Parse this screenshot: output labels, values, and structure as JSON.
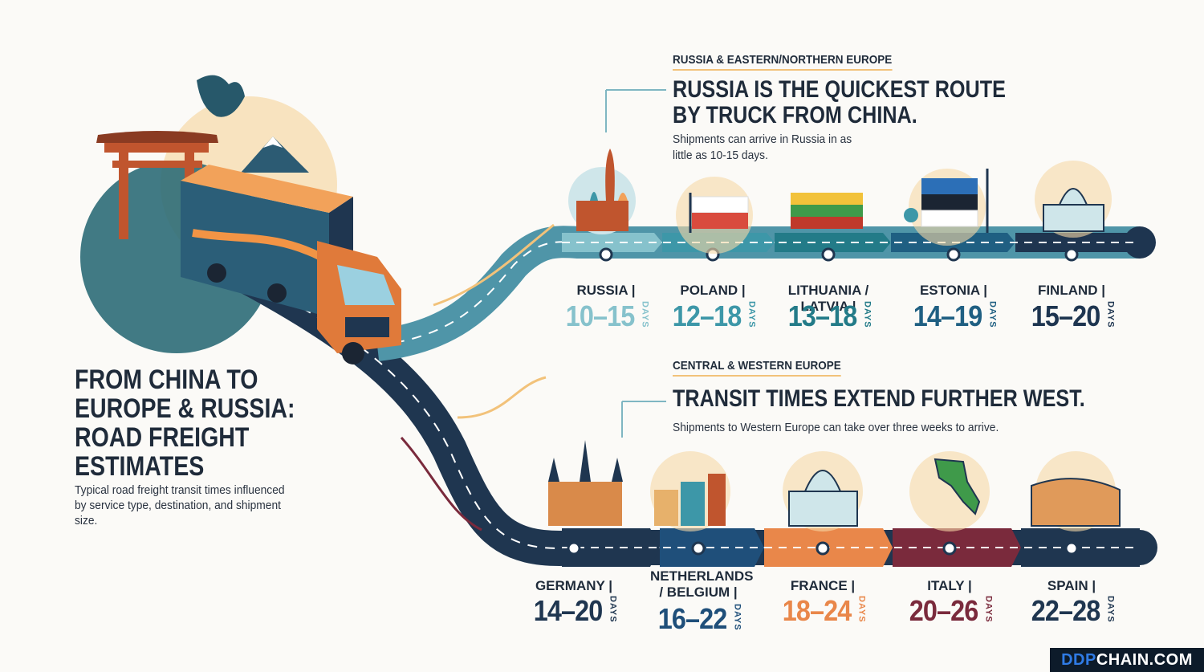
{
  "main": {
    "title": "FROM CHINA TO EUROPE & RUSSIA: ROAD FREIGHT ESTIMATES",
    "subtitle": "Typical road freight transit times influenced by service type, destination, and shipment size."
  },
  "sections": [
    {
      "tag": "RUSSIA & EASTERN/NORTHERN EUROPE",
      "heading_line1": "RUSSIA IS THE QUICKEST ROUTE",
      "heading_line2": "BY TRUCK FROM CHINA.",
      "body": "Shipments can arrive in Russia in as little as 10-15 days."
    },
    {
      "tag": "CENTRAL & WESTERN EUROPE",
      "heading_line1": "TRANSIT TIMES EXTEND FURTHER WEST.",
      "body": "Shipments to Western Europe can take over three weeks to arrive."
    }
  ],
  "routes": {
    "top": [
      {
        "country": "RUSSIA |",
        "days": "10–15",
        "unit": "DAYS",
        "color": "#86c2cc",
        "icon": "kremlin-icon"
      },
      {
        "country": "POLAND |",
        "days": "12–18",
        "unit": "DAYS",
        "color": "#3d97a8",
        "icon": "poland-flag-icon"
      },
      {
        "country": "LITHUANIA / LATVIA |",
        "days": "13–18",
        "unit": "DAYS",
        "color": "#237b88",
        "icon": "lithuania-flag-icon"
      },
      {
        "country": "ESTONIA |",
        "days": "14–19",
        "unit": "DAYS",
        "color": "#1f5f82",
        "icon": "estonia-flag-icon"
      },
      {
        "country": "FINLAND |",
        "days": "15–20",
        "unit": "DAYS",
        "color": "#1e3550",
        "icon": "helsinki-cathedral-icon"
      }
    ],
    "bottom": [
      {
        "country": "GERMANY |",
        "days": "14–20",
        "unit": "DAYS",
        "color": "#1f3650",
        "icon": "cologne-townhall-icon"
      },
      {
        "country": "NETHERLANDS / BELGIUM |",
        "days": "16–22",
        "unit": "DAYS",
        "color": "#1f4f7a",
        "icon": "canal-houses-icon"
      },
      {
        "country": "FRANCE |",
        "days": "18–24",
        "unit": "DAYS",
        "color": "#e9874a",
        "icon": "pantheon-icon"
      },
      {
        "country": "ITALY |",
        "days": "20–26",
        "unit": "DAYS",
        "color": "#7a2a3c",
        "icon": "italy-map-icon"
      },
      {
        "country": "SPAIN |",
        "days": "22–28",
        "unit": "DAYS",
        "color": "#1f3650",
        "icon": "colosseum-icon"
      }
    ]
  },
  "brand": {
    "prefix": "DDP",
    "suffix": "CHAIN.COM"
  },
  "colors": {
    "navy": "#1f2b3a",
    "teal": "#3d97a8",
    "orange": "#e9874a",
    "maroon": "#7a2a3c"
  }
}
